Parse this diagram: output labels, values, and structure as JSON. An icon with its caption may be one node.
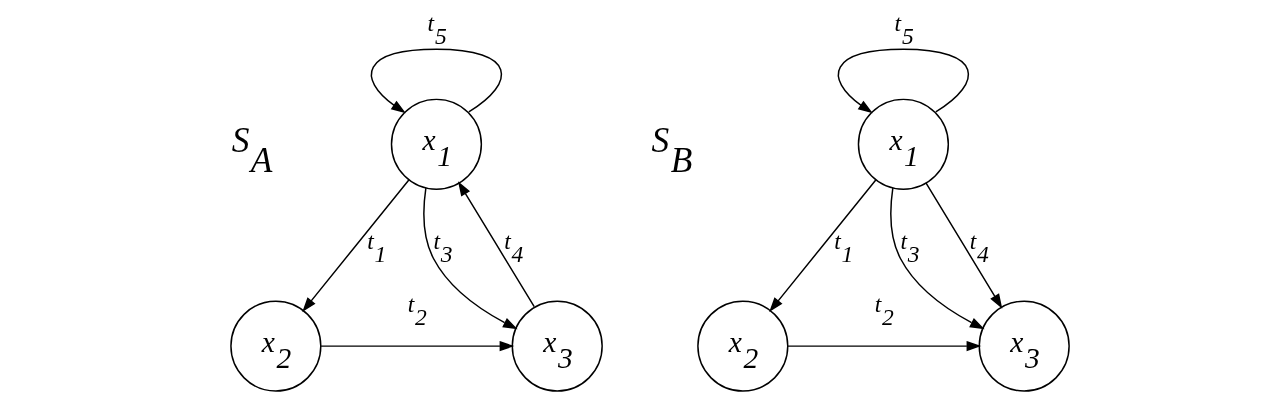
{
  "diagram": {
    "nodes": [
      {
        "text": [
          "x$_{1}$"
        ]
      },
      {
        "text": [
          "x$_{2}$"
        ]
      },
      {
        "text": [
          "x$_{3}$"
        ]
      },
      {
        "text": [
          "x$_{1}$"
        ]
      },
      {
        "text": [
          "x$_{2}$"
        ]
      },
      {
        "text": [
          "x$_{3}$"
        ]
      }
    ],
    "edges": [
      {
        "from": 0,
        "to": 0,
        "arrow": "to",
        "label": "t$_{5}$"
      },
      {
        "from": 0,
        "to": 1,
        "arrow": "to",
        "label": "t$_{1}$"
      },
      {
        "from": 1,
        "to": 2,
        "arrow": "to",
        "label": "t$_{2}$"
      },
      {
        "from": 0,
        "to": 2,
        "arrow": "to",
        "label": "t$_{3}$"
      },
      {
        "from": 2,
        "to": 0,
        "arrow": "to",
        "label": "t$_{4}$"
      },
      {
        "from": 3,
        "to": 3,
        "arrow": "to",
        "label": "t$_{5}$"
      },
      {
        "from": 3,
        "to": 4,
        "arrow": "to",
        "label": "t$_{1}$"
      },
      {
        "from": 4,
        "to": 5,
        "arrow": "to",
        "label": "t$_{2}$"
      },
      {
        "from": 3,
        "to": 5,
        "arrow": "to",
        "label": "t$_{3}$"
      },
      {
        "from": 3,
        "to": 5,
        "arrow": "to",
        "label": "t$_{4}$"
      }
    ],
    "labels": [
      "S$_{A}$",
      "S$_{B}$"
    ]
  }
}
